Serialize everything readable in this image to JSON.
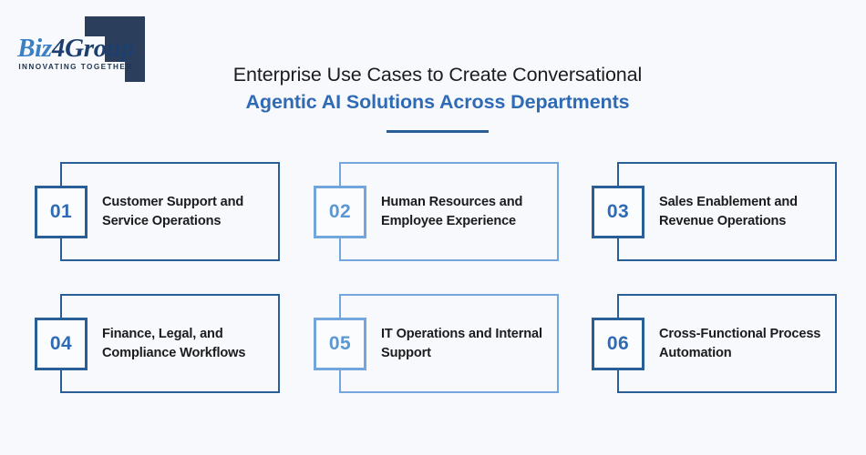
{
  "logo": {
    "name": "Biz4Group",
    "part_biz": "Biz",
    "part_four": "4",
    "part_group": "Group",
    "tagline": "INNOVATING TOGETHER",
    "mark": "bracket-square-mark",
    "colors": {
      "mark": "#2b3f5c",
      "text_blue": "#2f6fb5",
      "text_dark": "#1d3f6e"
    }
  },
  "heading": {
    "line1": "Enterprise Use Cases to Create Conversational",
    "line2": "Agentic AI Solutions Across Departments",
    "rule_color": "#2a5e97"
  },
  "theme": {
    "background": "#f7f9fc",
    "accent_dark": "#2a5e97",
    "accent_light": "#73a6dc",
    "number_dark": "#2f6ab5",
    "number_light": "#5d97d2",
    "text": "#1c1c1e"
  },
  "cards": [
    {
      "number": "01",
      "title": "Customer Support and Service Operations",
      "tone": "dark"
    },
    {
      "number": "02",
      "title": "Human Resources and Employee Experience",
      "tone": "light"
    },
    {
      "number": "03",
      "title": "Sales Enablement and Revenue Operations",
      "tone": "dark"
    },
    {
      "number": "04",
      "title": "Finance, Legal, and Compliance Workflows",
      "tone": "dark"
    },
    {
      "number": "05",
      "title": "IT Operations and Internal Support",
      "tone": "light"
    },
    {
      "number": "06",
      "title": "Cross-Functional Process Automation",
      "tone": "dark"
    }
  ]
}
